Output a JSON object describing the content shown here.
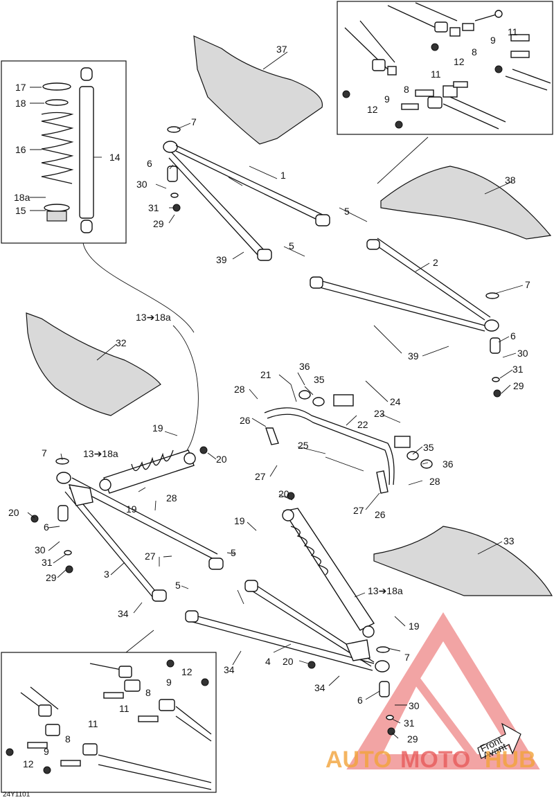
{
  "diagram": {
    "reference_code": "24Y1101",
    "labels": {
      "p1": "1",
      "p2": "2",
      "p3": "3",
      "p4": "4",
      "p5a": "5",
      "p5b": "5",
      "p5c": "5",
      "p5d": "5",
      "p6a": "6",
      "p6b": "6",
      "p6c": "6",
      "p6d": "6",
      "p7a": "7",
      "p7b": "7",
      "p7c": "7",
      "p7d": "7",
      "p8a": "8",
      "p8b": "8",
      "p8c": "8",
      "p8d": "8",
      "p9a": "9",
      "p9b": "9",
      "p9c": "9",
      "p9d": "9",
      "p11a": "11",
      "p11b": "11",
      "p11c": "11",
      "p11d": "11",
      "p12a": "12",
      "p12b": "12",
      "p12c": "12",
      "p12d": "12",
      "p13a": "13➔18a",
      "p13b": "13➔18a",
      "p13c": "13➔18a",
      "p14": "14",
      "p15": "15",
      "p16": "16",
      "p17": "17",
      "p18": "18",
      "p18a": "18a",
      "p19a": "19",
      "p19b": "19",
      "p19c": "19",
      "p19d": "19",
      "p20a": "20",
      "p20b": "20",
      "p20c": "20",
      "p20d": "20",
      "p21": "21",
      "p22": "22",
      "p23": "23",
      "p24": "24",
      "p25": "25",
      "p26a": "26",
      "p26b": "26",
      "p27a": "27",
      "p27b": "27",
      "p27c": "27",
      "p28a": "28",
      "p28b": "28",
      "p28c": "28",
      "p29a": "29",
      "p29b": "29",
      "p29c": "29",
      "p29d": "29",
      "p30a": "30",
      "p30b": "30",
      "p30c": "30",
      "p30d": "30",
      "p31a": "31",
      "p31b": "31",
      "p31c": "31",
      "p31d": "31",
      "p32": "32",
      "p33": "33",
      "p34a": "34",
      "p34b": "34",
      "p34c": "34",
      "p35a": "35",
      "p35b": "35",
      "p36a": "36",
      "p36b": "36",
      "p37": "37",
      "p38": "38",
      "p39a": "39",
      "p39b": "39"
    },
    "front_label_1": "Front",
    "front_label_2": "Avant"
  },
  "watermark": {
    "text_part1": "AUTO",
    "text_part2": "MOTO",
    "text_part3": "HUB",
    "color_orange": "#f2a33a",
    "color_red": "#e85b5b"
  }
}
